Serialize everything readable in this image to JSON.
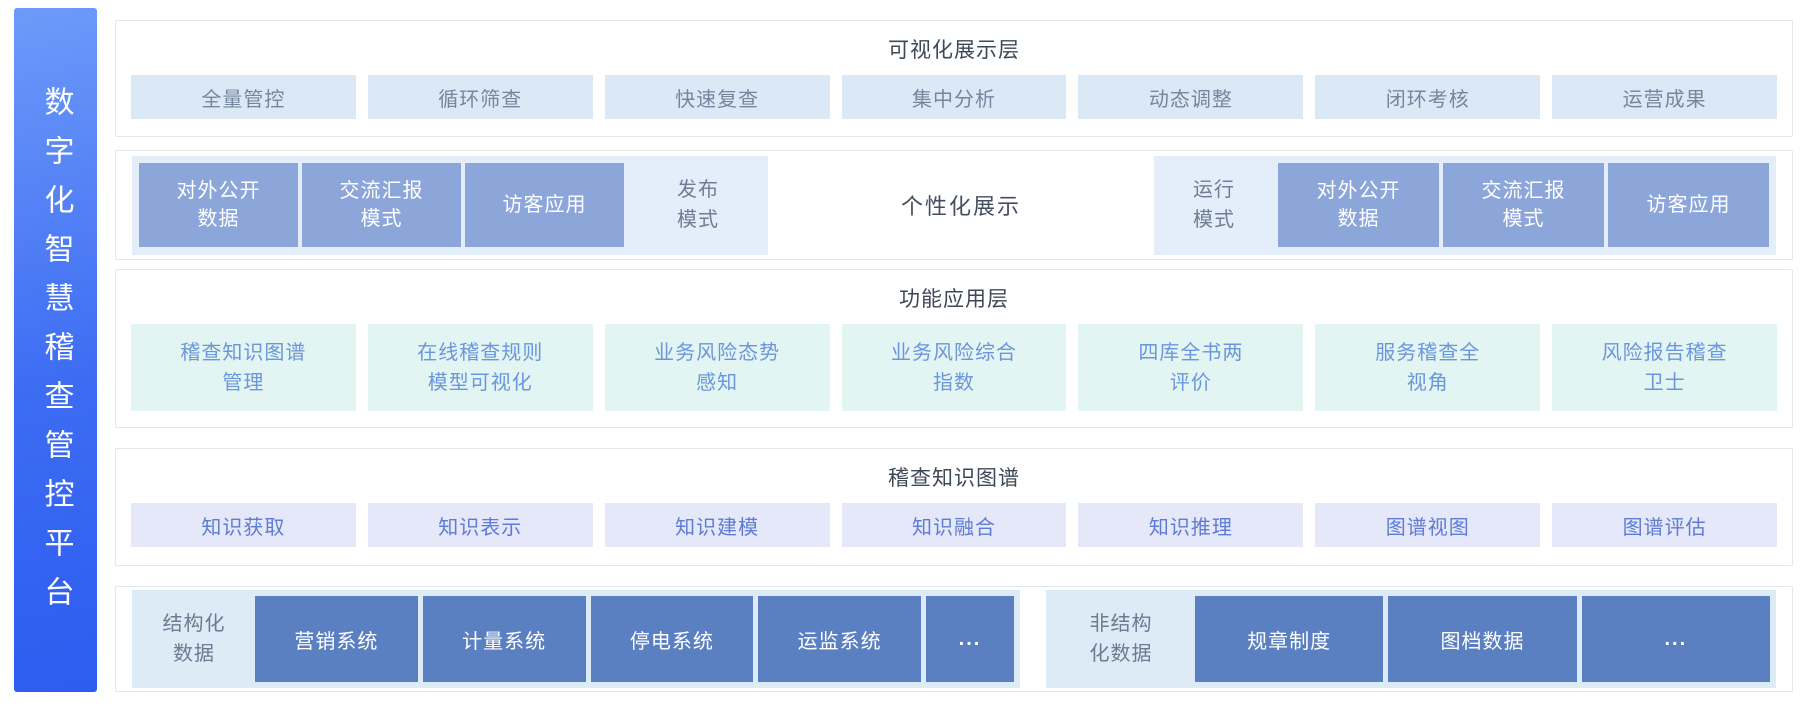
{
  "platform": {
    "title": "数字化智慧稽查管控平台"
  },
  "layers": {
    "visualization": {
      "title": "可视化展示层",
      "items": [
        "全量管控",
        "循环筛查",
        "快速复查",
        "集中分析",
        "动态调整",
        "闭环考核",
        "运营成果"
      ]
    },
    "display_modes": {
      "publish_group": {
        "boxes": [
          "对外公开\n数据",
          "交流汇报\n模式",
          "访客应用"
        ],
        "label": "发布\n模式"
      },
      "center_label": "个性化展示",
      "run_group": {
        "label": "运行\n模式",
        "boxes": [
          "对外公开\n数据",
          "交流汇报\n模式",
          "访客应用"
        ]
      }
    },
    "function_application": {
      "title": "功能应用层",
      "items": [
        "稽查知识图谱\n管理",
        "在线稽查规则\n模型可视化",
        "业务风险态势\n感知",
        "业务风险综合\n指数",
        "四库全书两\n评价",
        "服务稽查全\n视角",
        "风险报告稽查\n卫士"
      ]
    },
    "knowledge_graph": {
      "title": "稽查知识图谱",
      "items": [
        "知识获取",
        "知识表示",
        "知识建模",
        "知识融合",
        "知识推理",
        "图谱视图",
        "图谱评估"
      ]
    },
    "data_sources": {
      "structured": {
        "label": "结构化\n数据",
        "boxes": [
          "营销系统",
          "计量系统",
          "停电系统",
          "运监系统"
        ],
        "more": "..."
      },
      "unstructured": {
        "label": "非结构\n化数据",
        "boxes": [
          "规章制度",
          "图档数据"
        ],
        "more": "..."
      }
    }
  },
  "colors": {
    "sidebar_gradient_start": "#6d9af9",
    "sidebar_gradient_end": "#2d5cf0",
    "layer_border": "#e4e7ec",
    "chip_blue_bg": "#dbe9f6",
    "chip_mint_bg": "#e2f5f2",
    "chip_lavender_bg": "#e4e8f9",
    "mode_panel_bg": "#e4eefb",
    "mode_box_bg": "#8da6da",
    "data_panel_bg": "#ddebf7",
    "data_box_bg": "#5b80c2"
  }
}
